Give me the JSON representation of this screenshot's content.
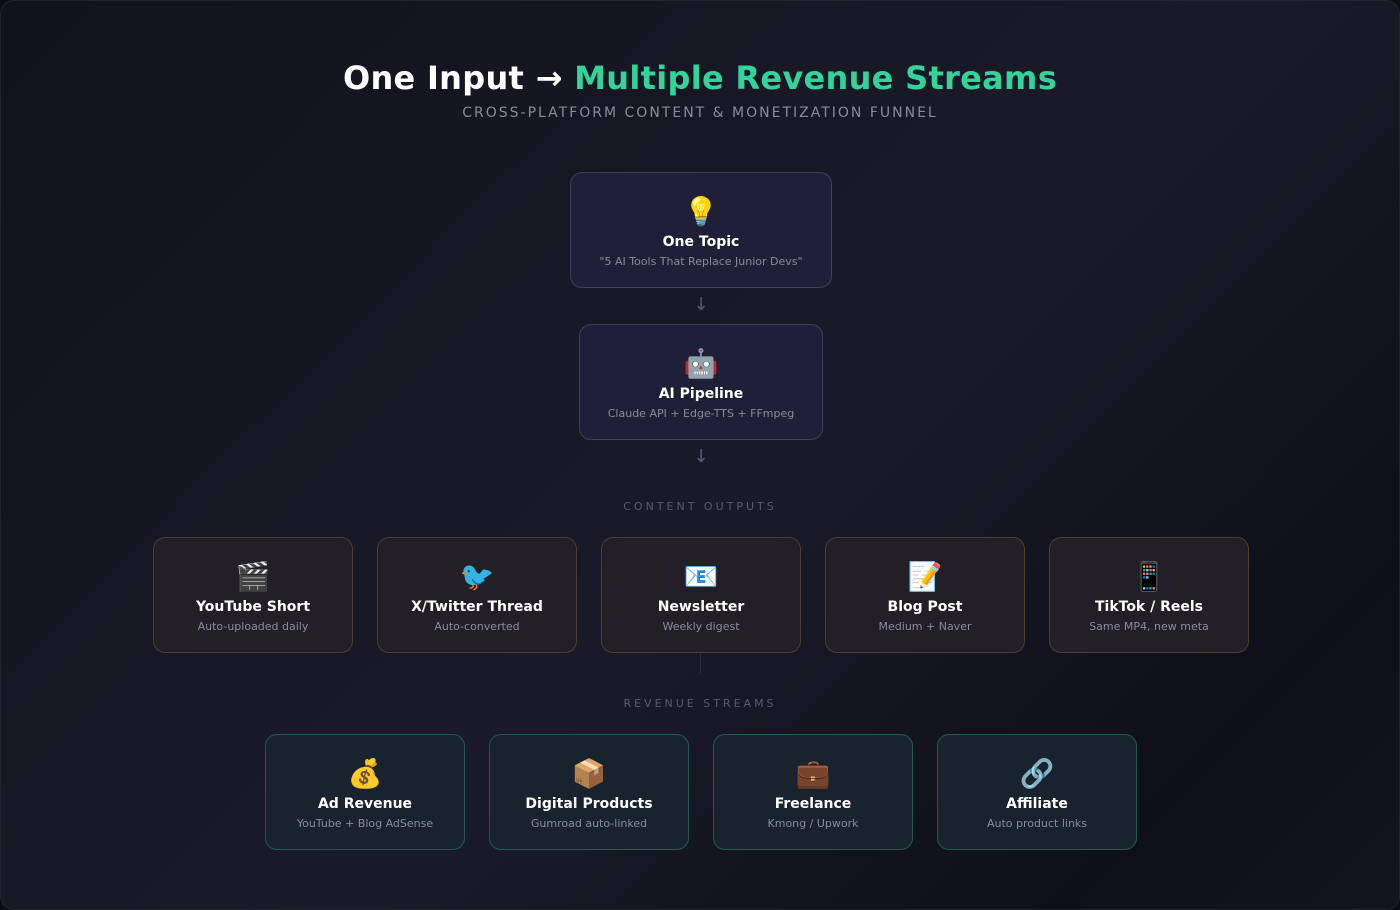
{
  "header": {
    "title_part1": "One Input → ",
    "title_part2": "Multiple Revenue Streams",
    "subtitle": "CROSS-PLATFORM CONTENT & MONETIZATION FUNNEL"
  },
  "input_nodes": [
    {
      "icon": "💡",
      "icon_name": "lightbulb-icon",
      "name": "One Topic",
      "desc": "\"5 AI Tools That Replace Junior Devs\""
    },
    {
      "icon": "🤖",
      "icon_name": "robot-icon",
      "name": "AI Pipeline",
      "desc": "Claude API + Edge-TTS + FFmpeg"
    }
  ],
  "arrows": [
    "↓",
    "↓"
  ],
  "sections": {
    "content_label": "CONTENT OUTPUTS",
    "revenue_label": "REVENUE STREAMS"
  },
  "content_outputs": [
    {
      "icon": "🎬",
      "icon_name": "video-icon",
      "name": "YouTube Short",
      "desc": "Auto-uploaded daily"
    },
    {
      "icon": "🐦",
      "icon_name": "bird-icon",
      "name": "X/Twitter Thread",
      "desc": "Auto-converted"
    },
    {
      "icon": "📧",
      "icon_name": "email-icon",
      "name": "Newsletter",
      "desc": "Weekly digest"
    },
    {
      "icon": "📝",
      "icon_name": "memo-icon",
      "name": "Blog Post",
      "desc": "Medium + Naver"
    },
    {
      "icon": "📱",
      "icon_name": "phone-icon",
      "name": "TikTok / Reels",
      "desc": "Same MP4, new meta"
    }
  ],
  "revenue_streams": [
    {
      "icon": "💰",
      "icon_name": "money-bag-icon",
      "name": "Ad Revenue",
      "desc": "YouTube + Blog AdSense"
    },
    {
      "icon": "📦",
      "icon_name": "package-icon",
      "name": "Digital Products",
      "desc": "Gumroad auto-linked"
    },
    {
      "icon": "💼",
      "icon_name": "briefcase-icon",
      "name": "Freelance",
      "desc": "Kmong / Upwork"
    },
    {
      "icon": "🔗",
      "icon_name": "link-icon",
      "name": "Affiliate",
      "desc": "Auto product links"
    }
  ],
  "colors": {
    "accent": "#34d399",
    "input_bg": "#1f1f38",
    "output_border": "#4d3f2c",
    "revenue_border": "#205a52"
  }
}
